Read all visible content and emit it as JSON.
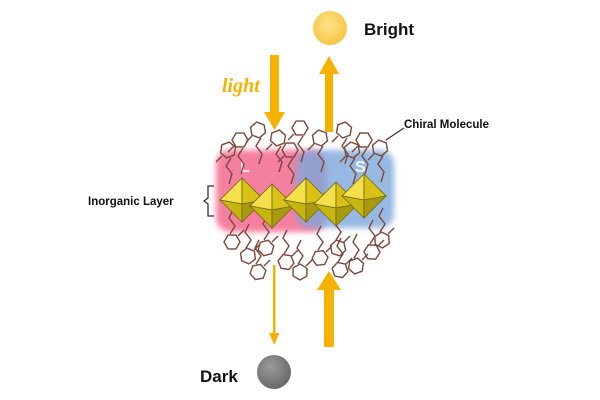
{
  "labels": {
    "bright": "Bright",
    "dark": "Dark",
    "light": "light",
    "chiral_molecule": "Chiral Molecule",
    "inorganic_layer": "Inorganic Layer",
    "left_handed": "L",
    "right_handed": "S"
  },
  "colors": {
    "arrow": "#f5b200",
    "bright_sun": "#fcd25c",
    "dark_ball": "#808080",
    "left_domain": "#f2557f",
    "right_domain": "#7ea7dc",
    "octahedron": "#e8d11a",
    "octahedron_dark": "#8b8a12",
    "ligand": "#7a4a3a",
    "light_text": "#f5b200"
  }
}
